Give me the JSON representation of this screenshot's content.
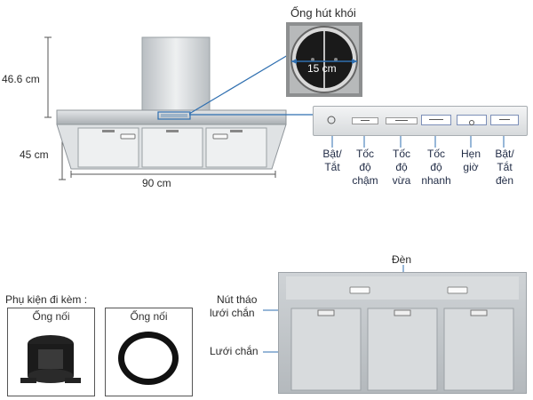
{
  "top": {
    "pipe_title": "Ống hút khói",
    "pipe_diameter": "15 cm",
    "dim_height_chimney": "46.6 cm",
    "dim_height_body": "45 cm",
    "dim_width": "90 cm",
    "buttons": [
      {
        "label": "Bật/\nTắt",
        "icon": "power-icon"
      },
      {
        "label": "Tốc\nđộ\nchậm",
        "icon": "speed-slow-icon"
      },
      {
        "label": "Tốc\nđộ\nvừa",
        "icon": "speed-medium-icon"
      },
      {
        "label": "Tốc\nđộ\nnhanh",
        "icon": "speed-fast-icon"
      },
      {
        "label": "Hẹn\ngiờ",
        "icon": "timer-icon"
      },
      {
        "label": "Bật/\nTắt\nđèn",
        "icon": "light-icon"
      }
    ]
  },
  "bottom": {
    "accessories_title": "Phụ kiện đi kèm :",
    "accessory1_label": "Ống nối",
    "accessory2_label": "Ống nối",
    "light_label": "Đèn",
    "release_label_1": "Nút tháo",
    "release_label_2": "lưới chắn",
    "filter_label": "Lưới chắn"
  },
  "colors": {
    "accent_line": "#2f6fb0",
    "steel": "#cfd3d6",
    "text": "#1f2a44"
  }
}
